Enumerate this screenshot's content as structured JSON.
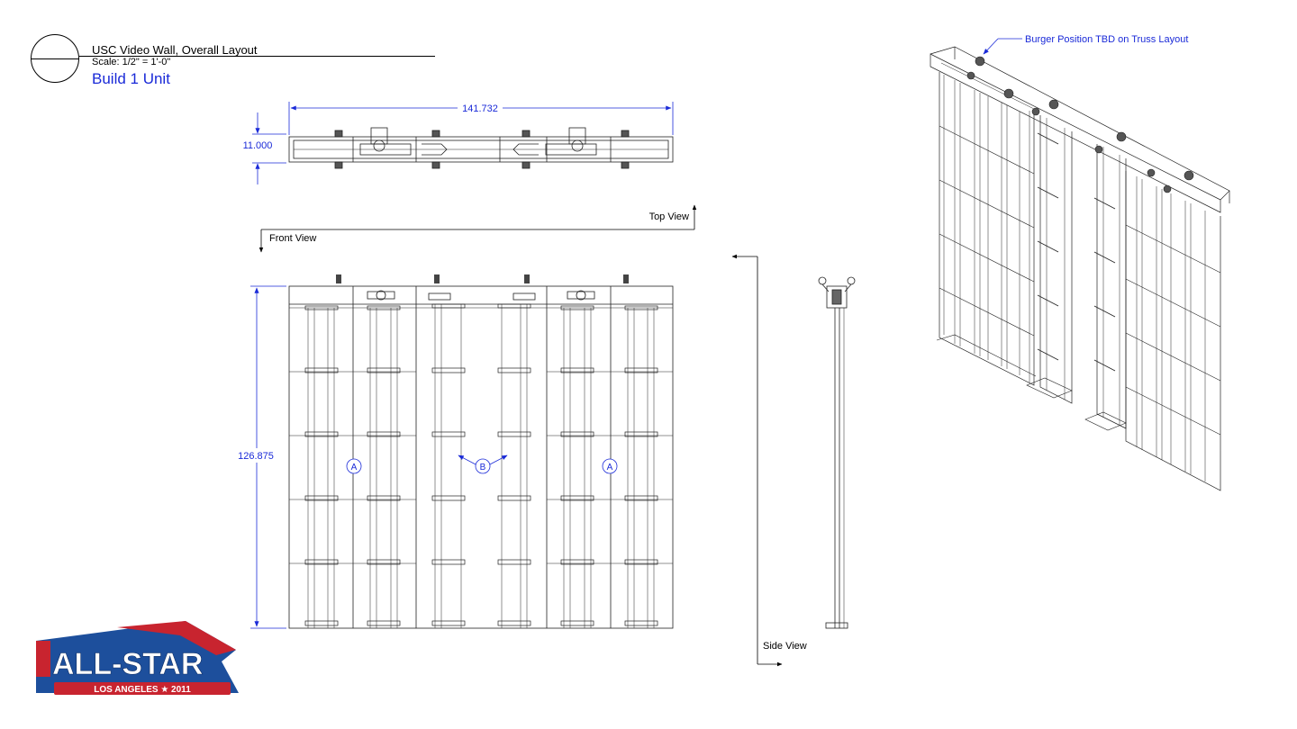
{
  "title_block": {
    "title": "USC Video Wall, Overall Layout",
    "scale": "Scale: 1/2\" = 1'-0\"",
    "build_note": "Build 1 Unit"
  },
  "dimensions": {
    "width": "141.732",
    "depth": "11.000",
    "height": "126.875"
  },
  "view_labels": {
    "top_view": "Top View",
    "front_view": "Front View",
    "side_view": "Side View"
  },
  "callouts": {
    "panel_a": "A",
    "panel_b": "B",
    "burger_note": "Burger Position TBD on Truss Layout"
  },
  "logo": {
    "main": "ALL-STAR",
    "sub": "LOS ANGELES ★ 2011"
  },
  "colors": {
    "line": "#222222",
    "dimension": "#1a2ad8",
    "logo_blue": "#1d4f9c",
    "logo_red": "#c8242f"
  }
}
